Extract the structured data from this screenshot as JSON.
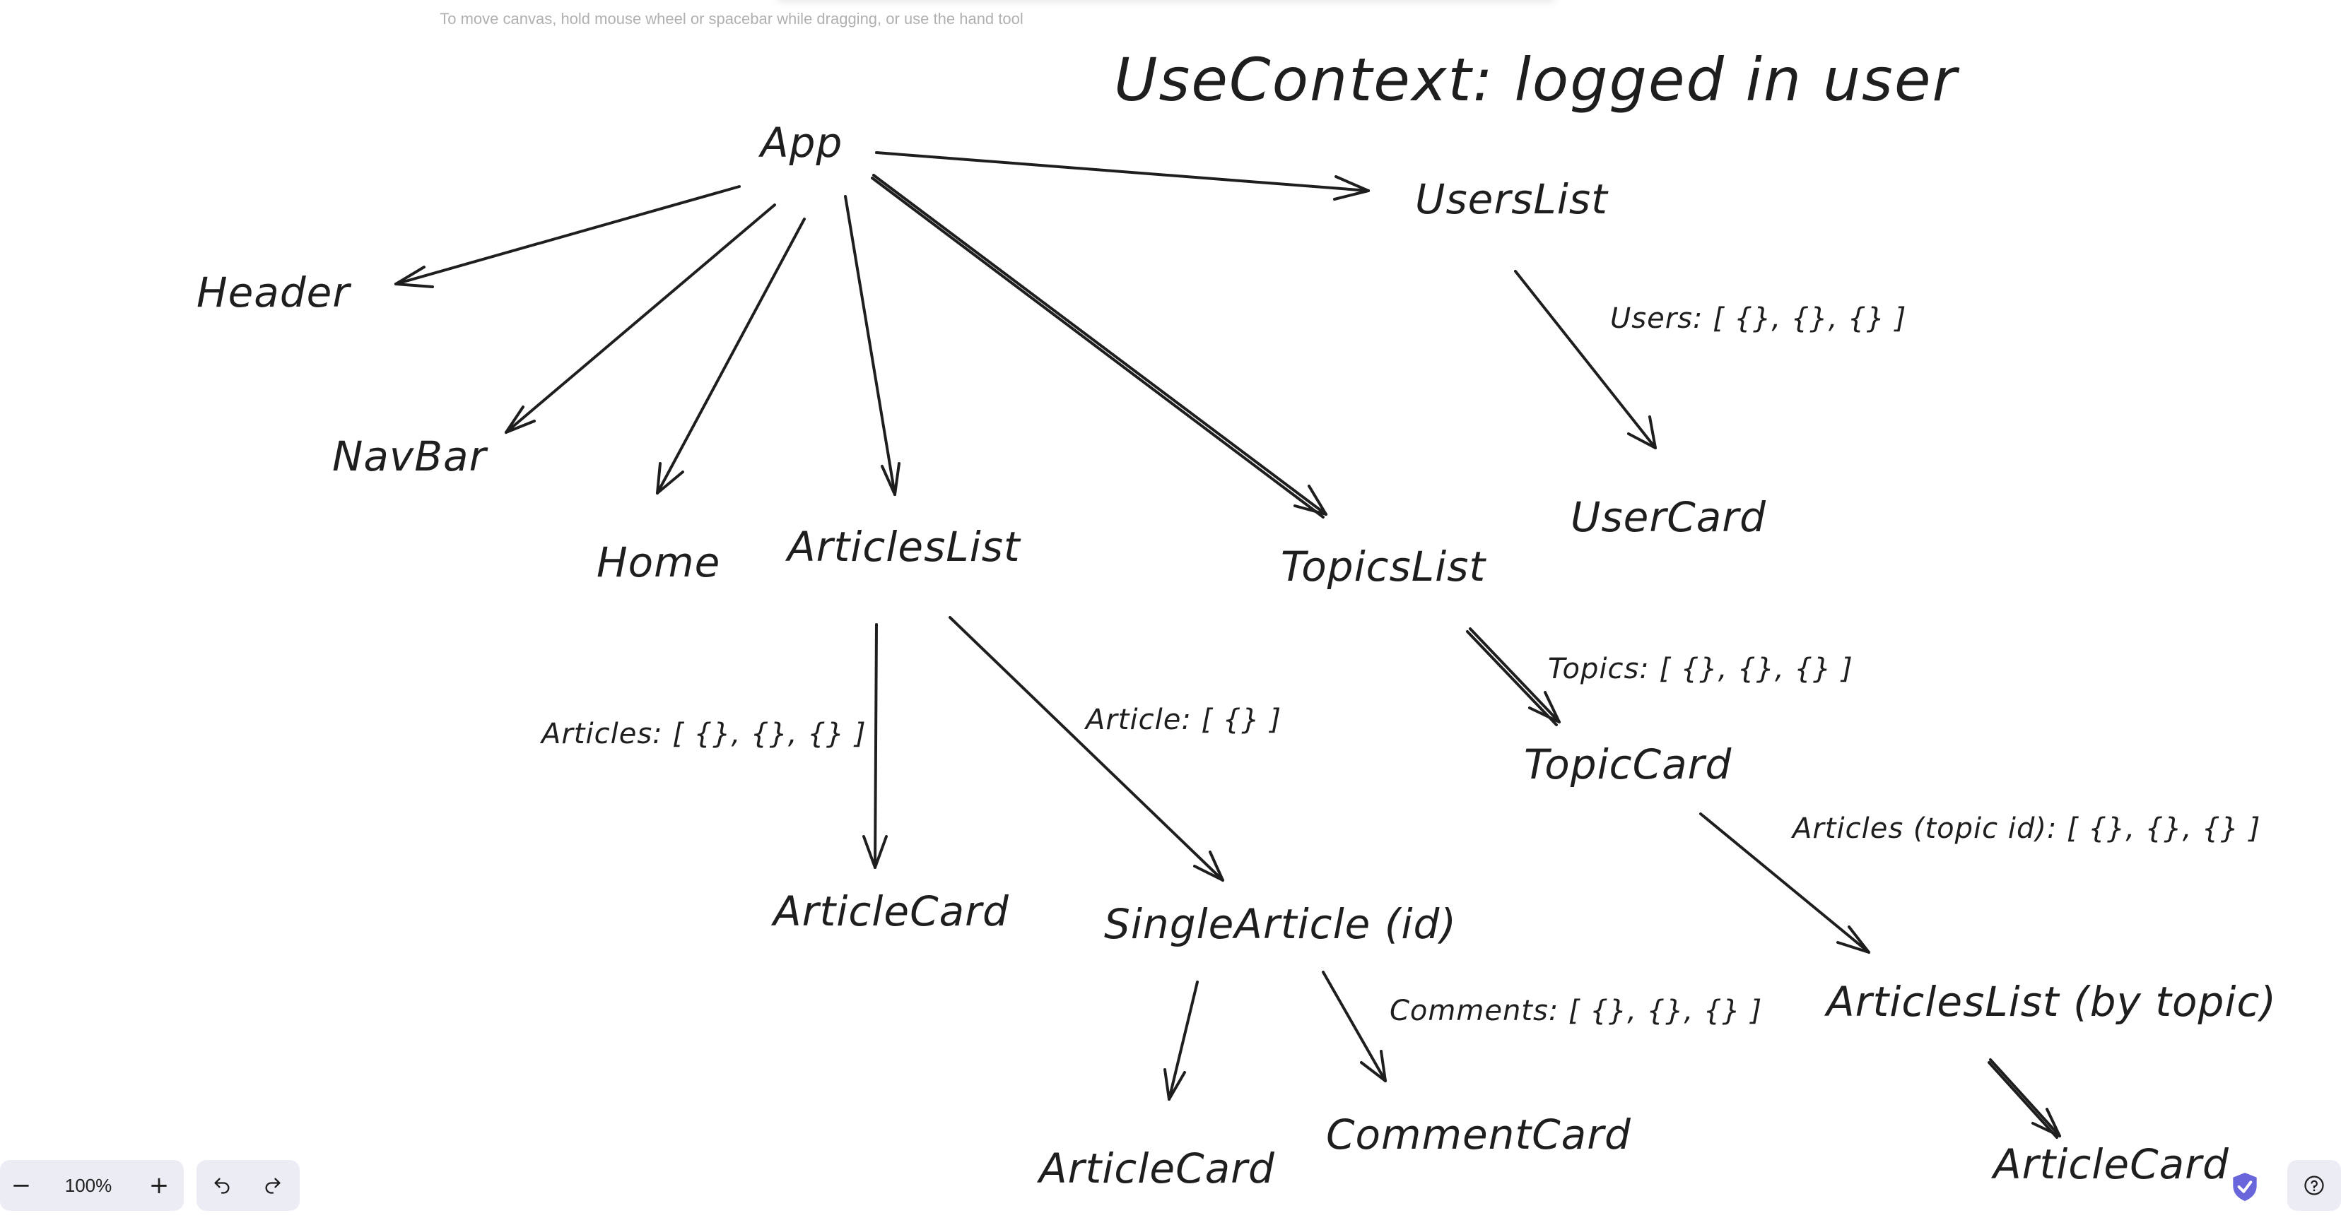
{
  "canvas_hint": "To move canvas, hold mouse wheel or spacebar while dragging, or use the hand tool",
  "title": "UseContext: logged in user",
  "nodes": {
    "app": "App",
    "header": "Header",
    "navbar": "NavBar",
    "home": "Home",
    "articles_list": "ArticlesList",
    "topics_list": "TopicsList",
    "users_list": "UsersList",
    "user_card": "UserCard",
    "topic_card": "TopicCard",
    "article_card_1": "ArticleCard",
    "single_article": "SingleArticle (id)",
    "articles_list_by_topic": "ArticlesList (by topic)",
    "article_card_2": "ArticleCard",
    "comment_card": "CommentCard",
    "article_card_3": "ArticleCard"
  },
  "edge_labels": {
    "users": "Users: [ {}, {}, {} ]",
    "topics": "Topics: [ {}, {}, {} ]",
    "articles": "Articles: [ {}, {}, {} ]",
    "article": "Article: [ {} ]",
    "articles_topic": "Articles (topic id): [ {}, {}, {} ]",
    "comments": "Comments: [ {}, {}, {} ]"
  },
  "toolbar": {
    "zoom_out": "−",
    "zoom_level": "100%",
    "zoom_in": "+",
    "help": "?"
  },
  "colors": {
    "stroke": "#1e1e1e",
    "panel_bg": "#ececf4",
    "hint_text": "#b0b0b0",
    "shield": "#6965db"
  },
  "icons": [
    "undo-icon",
    "redo-icon",
    "help-icon",
    "shield-icon"
  ]
}
